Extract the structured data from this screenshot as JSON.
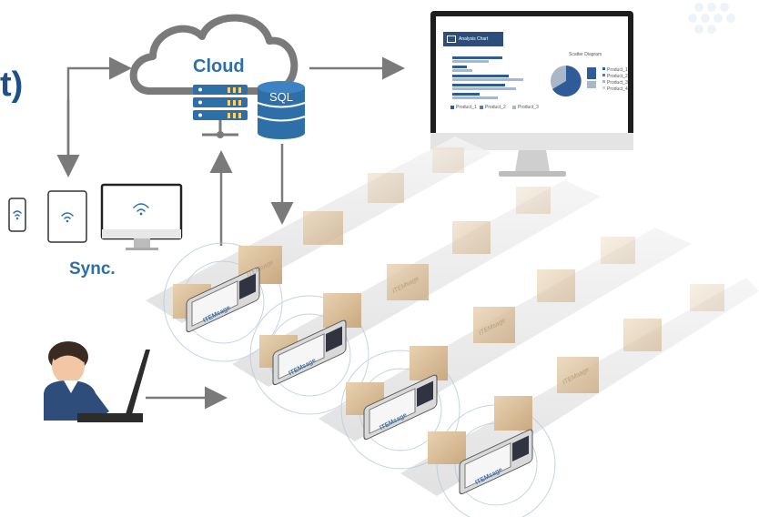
{
  "title_fragment": "t)",
  "cloud": {
    "label": "Cloud",
    "database_label": "SQL"
  },
  "sync": {
    "label": "Sync."
  },
  "dashboard": {
    "header": "Analysis Chart",
    "pie_title": "Scatter Diagram",
    "pie_legend": [
      "Product_1",
      "Product_2",
      "Product_3",
      "Product_4"
    ],
    "bar_legend": [
      "Product_1",
      "Product_2",
      "Product_3"
    ],
    "colors": {
      "header_bg": "#2e4d7a",
      "primary": "#2f5b96",
      "secondary": "#a9b7c8"
    }
  },
  "box_brand": "ITEMsage",
  "device_brand": "ITEMsage",
  "colors": {
    "accent": "#2f6fa8",
    "title": "#1f4f86",
    "arrow": "#7a7a7a"
  }
}
